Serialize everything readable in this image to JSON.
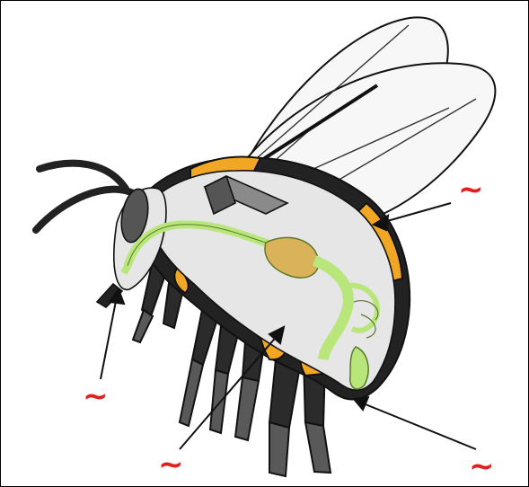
{
  "diagram": {
    "subject": "bee-anatomy-cutaway",
    "labels": [
      {
        "id": "top-right",
        "text": "~"
      },
      {
        "id": "head-bottom-left",
        "text": "~"
      },
      {
        "id": "middle-bottom",
        "text": "~"
      },
      {
        "id": "bottom-right",
        "text": "~"
      }
    ],
    "colors": {
      "outline": "#000000",
      "body_cutaway": "#e6e6e6",
      "fur_orange": "#f2a724",
      "fur_dark": "#222222",
      "digestive_green": "#b9e67a",
      "crop_tan": "#d9b25a",
      "wing_fill": "#f7f7f7",
      "label_red": "#e0201e",
      "leg_dark": "#2b2b2b",
      "leg_mid": "#595959"
    }
  }
}
